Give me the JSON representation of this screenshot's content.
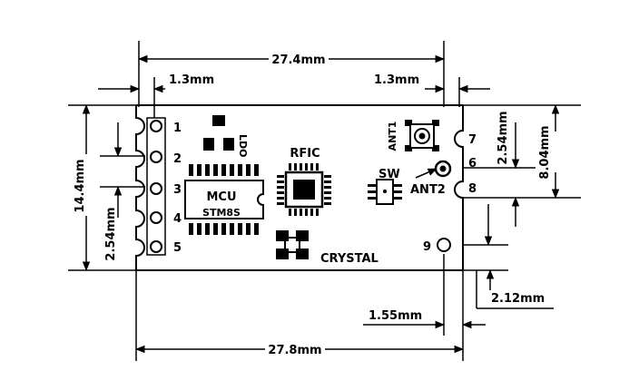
{
  "dimensions": {
    "top_width": "27.4mm",
    "left_margin_top": "1.3mm",
    "right_margin_top": "1.3mm",
    "bottom_width": "27.8mm",
    "bottom_offset": "1.55mm",
    "height": "14.4mm",
    "left_pitch": "2.54mm",
    "right_pitch": "2.54mm",
    "right_height": "8.04mm",
    "right_bottom": "2.12mm"
  },
  "left_pins": [
    "1",
    "2",
    "3",
    "4",
    "5"
  ],
  "right_pins": [
    "7",
    "6",
    "8",
    "9"
  ],
  "components": {
    "ldo": "LDO",
    "rfic": "RFIC",
    "mcu": "MCU",
    "mcu_part": "STM8S",
    "crystal": "CRYSTAL",
    "sw": "SW",
    "ant1": "ANT1",
    "ant2": "ANT2"
  }
}
